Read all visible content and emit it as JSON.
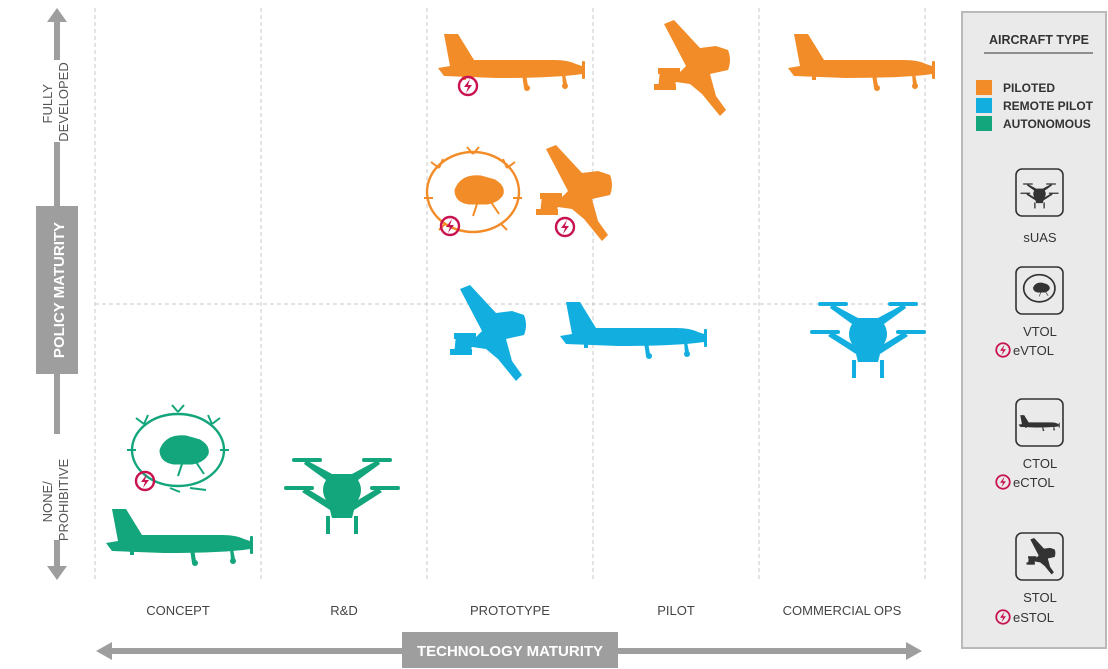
{
  "colors": {
    "piloted": "#F28C28",
    "remote": "#13AEE0",
    "autonomous": "#13A57B",
    "electric": "#C8134F",
    "axis": "#9E9E9E",
    "text": "#333333"
  },
  "x_axis": {
    "title": "TECHNOLOGY MATURITY",
    "categories": [
      "CONCEPT",
      "R&D",
      "PROTOTYPE",
      "PILOT",
      "COMMERCIAL OPS"
    ]
  },
  "y_axis": {
    "title": "POLICY MATURITY",
    "top_label": [
      "FULLY",
      "DEVELOPED"
    ],
    "bottom_label": [
      "NONE/",
      "PROHIBITIVE"
    ]
  },
  "legend": {
    "title": "AIRCRAFT TYPE",
    "entries": [
      {
        "label": "PILOTED",
        "color": "#F28C28"
      },
      {
        "label": "REMOTE PILOT",
        "color": "#13AEE0"
      },
      {
        "label": "AUTONOMOUS",
        "color": "#13A57B"
      }
    ],
    "types": [
      {
        "icon": "drone-icon",
        "label": "sUAS",
        "electric_label": ""
      },
      {
        "icon": "vtol-icon",
        "label": "VTOL",
        "electric_label": "eVTOL"
      },
      {
        "icon": "ctol-plane-icon",
        "label": "CTOL",
        "electric_label": "eCTOL"
      },
      {
        "icon": "stol-aircraft-icon",
        "label": "STOL",
        "electric_label": "eSTOL"
      }
    ]
  },
  "aircraft": [
    {
      "type": "CTOL",
      "operation": "piloted",
      "technology": "PROTOTYPE",
      "policy": "FULLY DEVELOPED",
      "electric": true
    },
    {
      "type": "STOL",
      "operation": "piloted",
      "technology": "PILOT",
      "policy": "FULLY DEVELOPED",
      "electric": false
    },
    {
      "type": "CTOL",
      "operation": "piloted",
      "technology": "COMMERCIAL OPS",
      "policy": "FULLY DEVELOPED",
      "electric": false
    },
    {
      "type": "VTOL",
      "operation": "piloted",
      "technology": "PROTOTYPE",
      "policy": "FULLY DEVELOPED",
      "electric": true
    },
    {
      "type": "STOL",
      "operation": "piloted",
      "technology": "PROTOTYPE",
      "policy": "FULLY DEVELOPED",
      "electric": true
    },
    {
      "type": "STOL",
      "operation": "remote",
      "technology": "PROTOTYPE",
      "policy": "NONE/PROHIBITIVE",
      "electric": false
    },
    {
      "type": "CTOL",
      "operation": "remote",
      "technology": "PILOT",
      "policy": "NONE/PROHIBITIVE",
      "electric": false
    },
    {
      "type": "sUAS",
      "operation": "remote",
      "technology": "COMMERCIAL OPS",
      "policy": "NONE/PROHIBITIVE",
      "electric": false
    },
    {
      "type": "VTOL",
      "operation": "autonomous",
      "technology": "CONCEPT",
      "policy": "NONE/PROHIBITIVE",
      "electric": true
    },
    {
      "type": "sUAS",
      "operation": "autonomous",
      "technology": "R&D",
      "policy": "NONE/PROHIBITIVE",
      "electric": false
    },
    {
      "type": "CTOL",
      "operation": "autonomous",
      "technology": "CONCEPT",
      "policy": "NONE/PROHIBITIVE",
      "electric": false
    }
  ]
}
